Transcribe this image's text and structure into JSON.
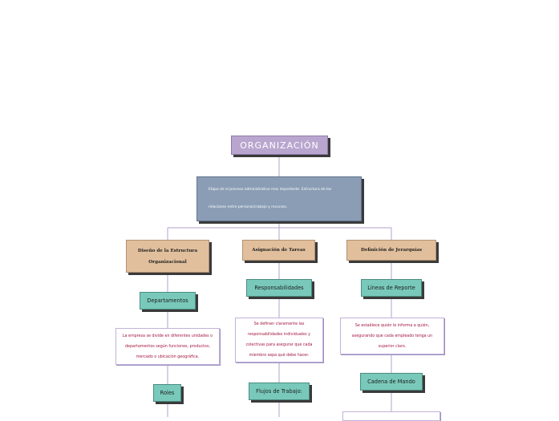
{
  "root": {
    "label": "ORGANIZACIÓN"
  },
  "description": {
    "text": "Etapa de el proceso administrativo mas importante. Estructura de las relaciones entre personal,trabajo y recursos."
  },
  "branches": [
    {
      "label": "Diseño de la Estructura Organizacional",
      "children": [
        {
          "label": "Departamentos"
        },
        {
          "label": "La empresa se divide en diferentes unidades o departamentos según funciones, productos, mercado o ubicación geográfica."
        },
        {
          "label": "Roles"
        }
      ]
    },
    {
      "label": "Asignación de Tareas",
      "children": [
        {
          "label": "Responsabilidades"
        },
        {
          "label": "Se definen claramente las responsabilidades individuales y colectivas para asegurar que cada miembro sepa qué debe hacer."
        },
        {
          "label": "Flujos de Trabajo:"
        }
      ]
    },
    {
      "label": "Definición de Jerarquías",
      "children": [
        {
          "label": "Líneas de Reporte"
        },
        {
          "label": "Se establece quién le informa a quién, asegurando que cada empleado tenga un superior claro."
        },
        {
          "label": "Cadena de Mando"
        }
      ]
    }
  ],
  "colors": {
    "root": "#b9a6cf",
    "description": "#8a9db5",
    "branch": "#e1bf9c",
    "subtopic": "#79c9bb",
    "leaf_text": "#a3163f",
    "connector": "#b3a2cc"
  }
}
